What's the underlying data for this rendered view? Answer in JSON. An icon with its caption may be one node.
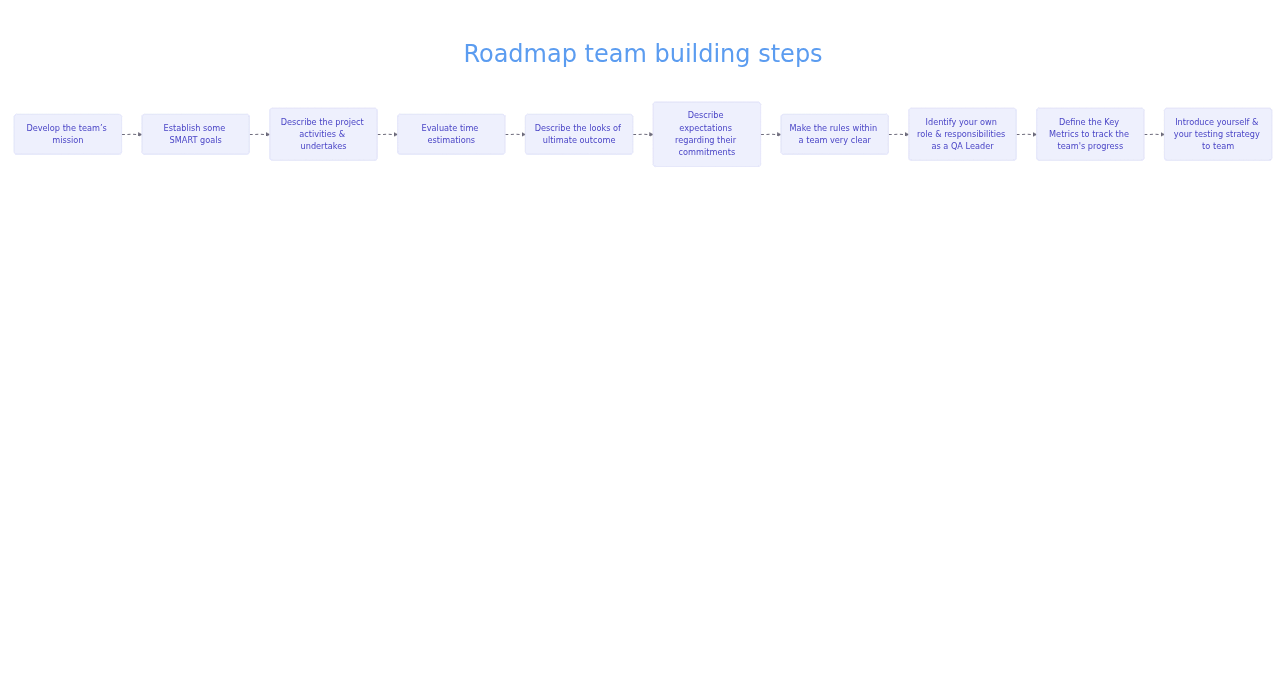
{
  "diagram": {
    "title": "Roadmap team building steps",
    "nodes": [
      {
        "text": [
          "Develop the team’s mission"
        ]
      },
      {
        "text": [
          "Establish some SMART goals"
        ]
      },
      {
        "text": [
          "Describe the project activities & undertakes"
        ]
      },
      {
        "text": [
          "Evaluate time estimations"
        ]
      },
      {
        "text": [
          "Describe the looks of ultimate outcome"
        ]
      },
      {
        "text": [
          "Describe expectations regarding their commitments"
        ]
      },
      {
        "text": [
          "Make the rules within a team very clear"
        ]
      },
      {
        "text": [
          "Identify your own role & responsibilities as a QA Leader"
        ]
      },
      {
        "text": [
          "Define the Key Metrics to track the team's progress"
        ]
      },
      {
        "text": [
          "Introduce yourself & your testing strategy to team"
        ]
      }
    ],
    "edges": [
      {
        "from": 0,
        "to": 1,
        "arrow": "to",
        "style": "dashed"
      },
      {
        "from": 1,
        "to": 2,
        "arrow": "to",
        "style": "dashed"
      },
      {
        "from": 2,
        "to": 3,
        "arrow": "to",
        "style": "dashed"
      },
      {
        "from": 3,
        "to": 4,
        "arrow": "to",
        "style": "dashed"
      },
      {
        "from": 4,
        "to": 5,
        "arrow": "to",
        "style": "dashed"
      },
      {
        "from": 5,
        "to": 6,
        "arrow": "to",
        "style": "dashed"
      },
      {
        "from": 6,
        "to": 7,
        "arrow": "to",
        "style": "dashed"
      },
      {
        "from": 7,
        "to": 8,
        "arrow": "to",
        "style": "dashed"
      },
      {
        "from": 8,
        "to": 9,
        "arrow": "to",
        "style": "dashed"
      }
    ]
  }
}
